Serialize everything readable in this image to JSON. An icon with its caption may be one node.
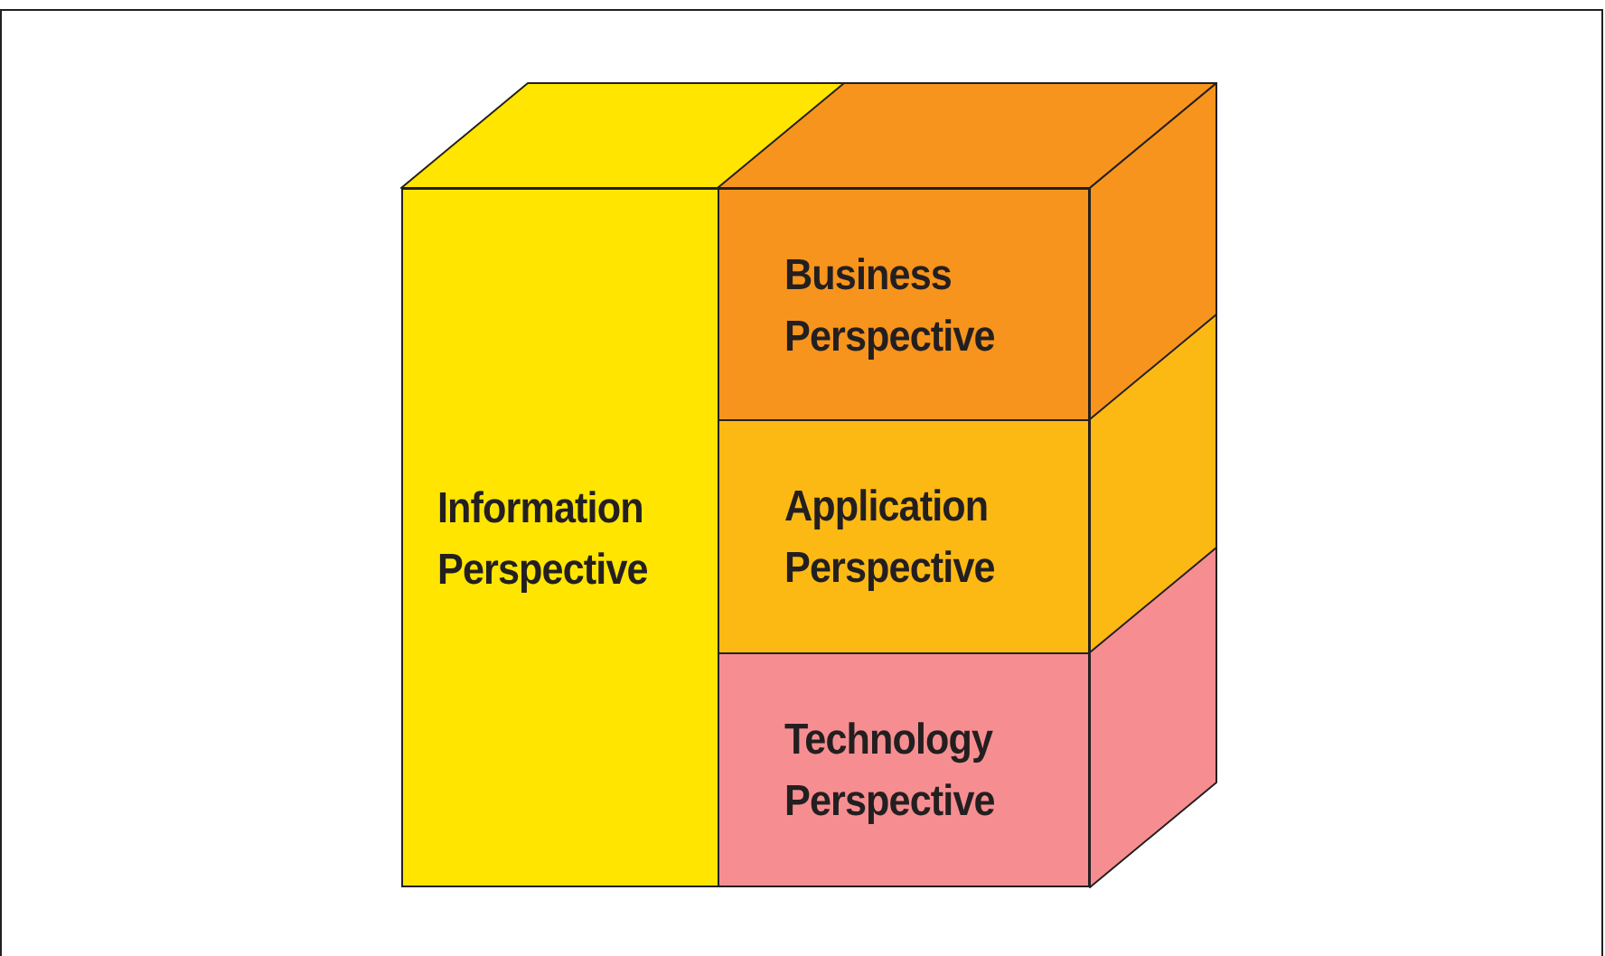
{
  "diagram": {
    "nodes": [
      {
        "text": [
          "Information Perspective"
        ]
      },
      {
        "text": [
          "Business Perspective"
        ]
      },
      {
        "text": [
          "Application Perspective"
        ]
      },
      {
        "text": [
          "Technology Perspective"
        ]
      }
    ]
  }
}
